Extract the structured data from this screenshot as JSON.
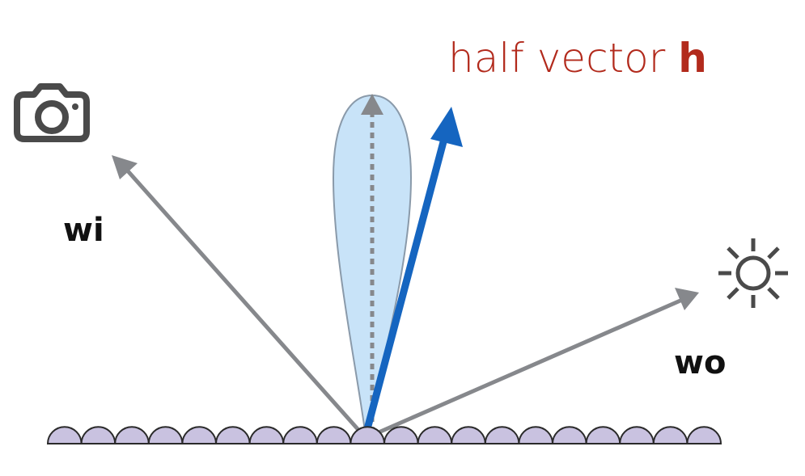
{
  "labels": {
    "half_vector_prefix": "half vector ",
    "half_vector_symbol": "h",
    "wi": "wi",
    "wo": "wo"
  },
  "icons": {
    "viewer": "camera-icon",
    "light": "sun-icon"
  },
  "colors": {
    "arrow_gray": "#86888c",
    "half_vector_blue": "#1565c0",
    "lobe_fill": "#c8e3f8",
    "lobe_stroke": "#8a9aaa",
    "surface_fill": "#c9c2e0",
    "surface_stroke": "#2a2a2a",
    "title_red": "#b22a1c",
    "icon_gray": "#4a4a4a",
    "text_black": "#111111"
  }
}
